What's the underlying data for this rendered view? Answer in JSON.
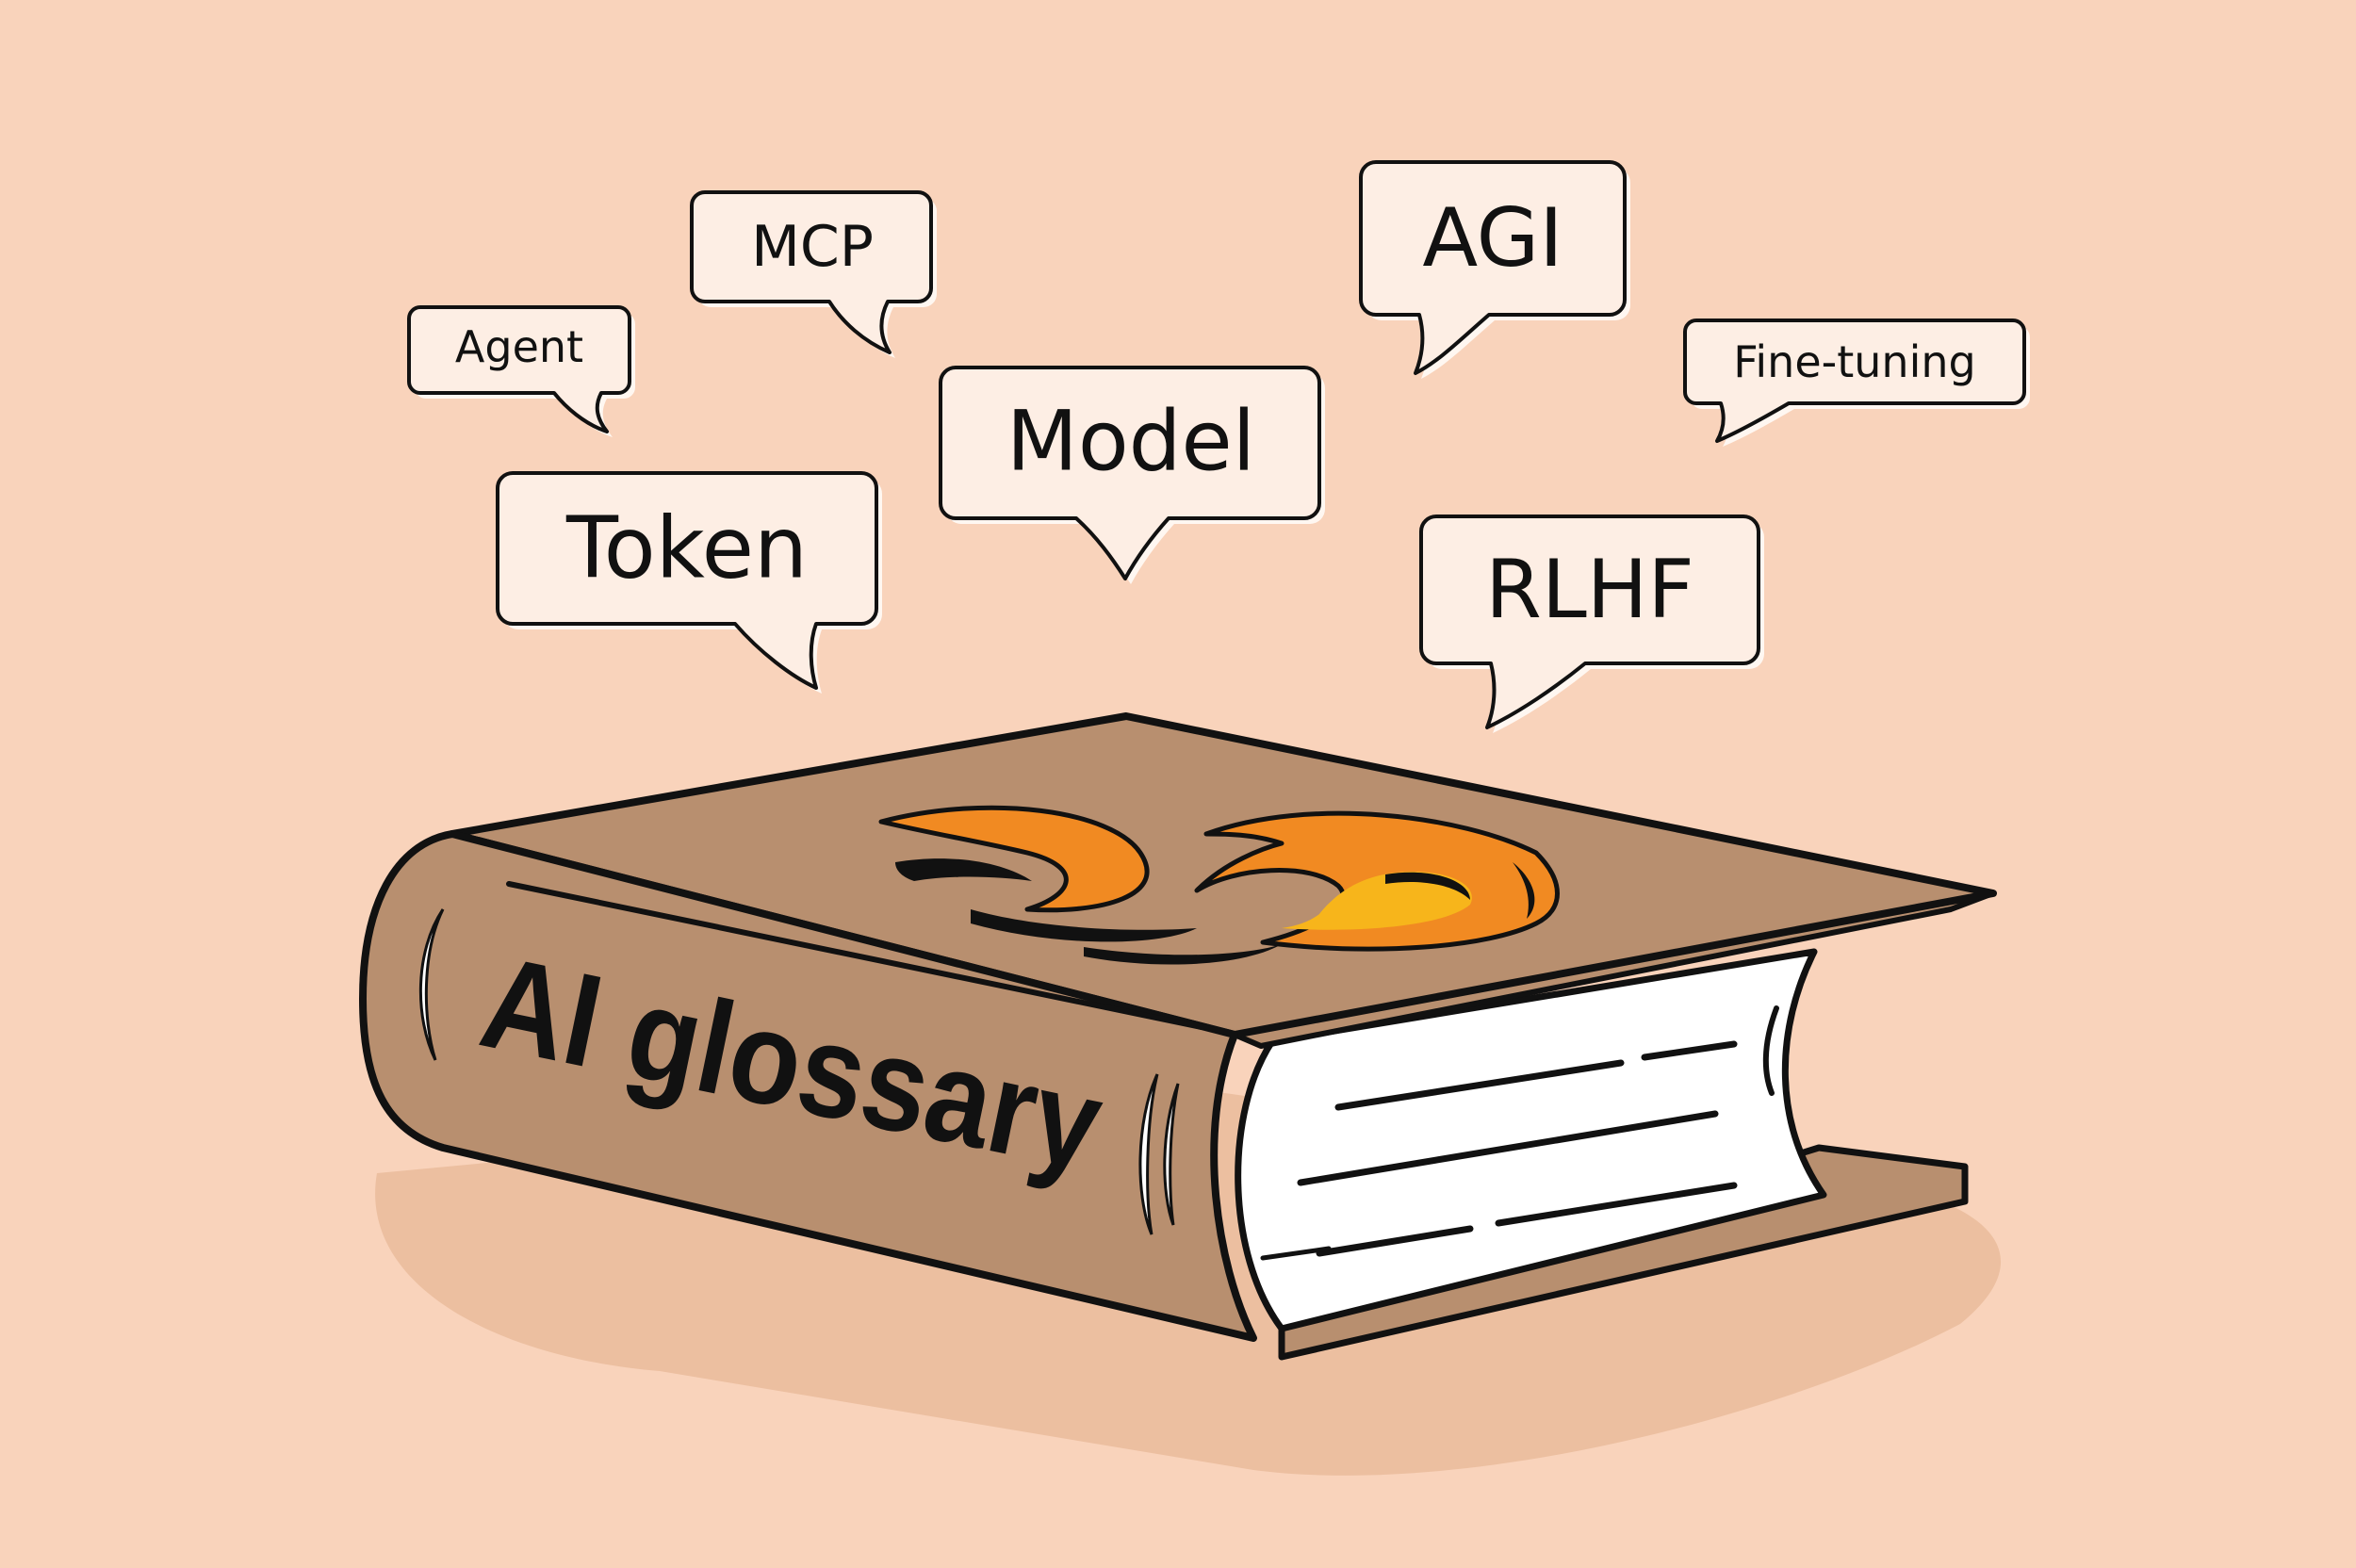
{
  "colors": {
    "background": "#f9d3bb",
    "shadow": "#ecbfa0",
    "bubble_fill": "#fdeee4",
    "bubble_shadow": "#fff7f1",
    "book_cover": "#b88f6f",
    "pages": "#ffffff",
    "outline": "#111111",
    "flame_orange": "#f18a22",
    "flame_yellow": "#f7b51b"
  },
  "bubbles": {
    "agent": "Agent",
    "mcp": "MCP",
    "agi": "AGI",
    "fine_tuning": "Fine-tuning",
    "model": "Model",
    "token": "Token",
    "rlhf": "RLHF"
  },
  "book": {
    "spine_title": "AI glossary",
    "cover_logo": "flame-logo-icon"
  }
}
